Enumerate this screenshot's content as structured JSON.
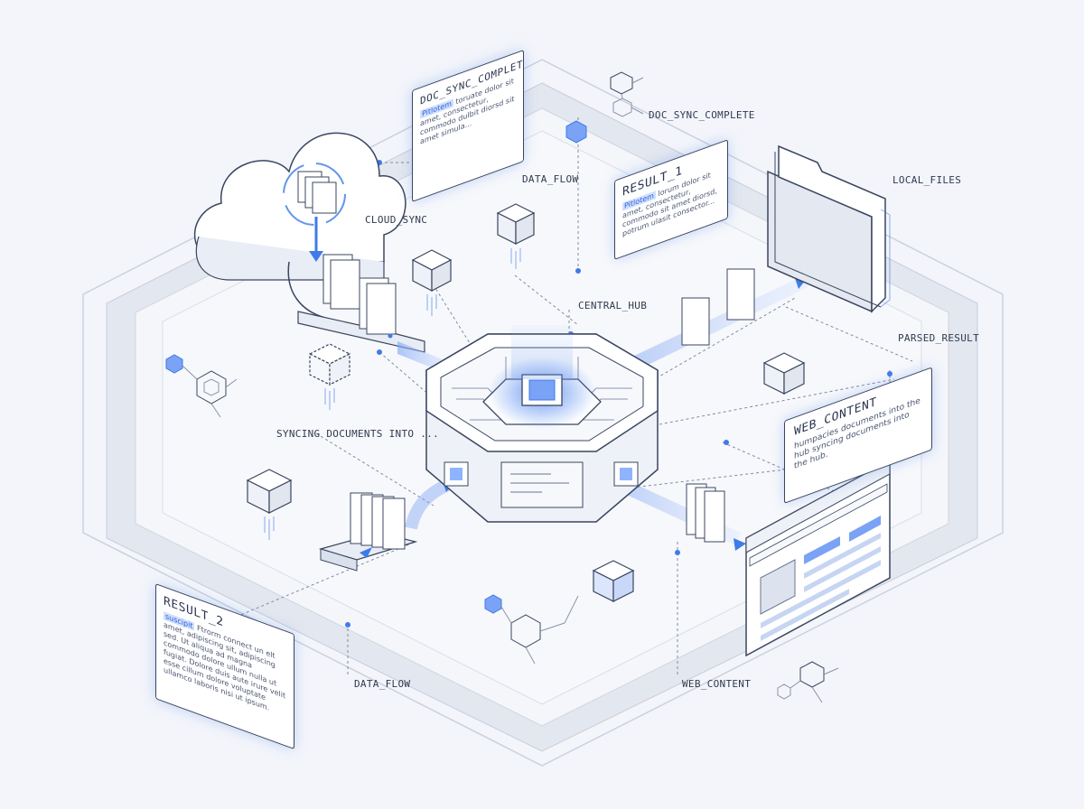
{
  "labels": {
    "doc_sync_top": "DOC_SYNC_COMPLETE",
    "data_flow_top": "DATA_FLOW",
    "cloud_sync": "CLOUD_SYNC",
    "central_hub": "CENTRAL_HUB",
    "local_files": "LOCAL_FILES",
    "parsed_result": "PARSED_RESULT",
    "syncing": "SYNCING DOCUMENTS INTO ...",
    "data_flow_bottom": "DATA_FLOW",
    "web_content_bottom": "WEB_CONTENT"
  },
  "cards": {
    "doc_sync": {
      "title": "DOC_SYNC_COMPLETE",
      "highlight": "Pitlotem",
      "text": "toruate dolor sit amet, consectetur, commodo dulbit diorsd sit amet simula..."
    },
    "result_1": {
      "title": "RESULT_1",
      "highlight": "Pitlotem",
      "text": "lorum dolor sit amet, consectetur, commodo sit amet diorsd, potrum ulasit consector..."
    },
    "web_content": {
      "title": "WEB_CONTENT",
      "text": "humpacies documents into the hub syncing documents into the hub."
    },
    "result_2": {
      "title": "RESULT_2",
      "highlight": "suscipit",
      "text": "Ftrorm connect un elt amet, adipiscing sit, adipiscing sed. Ut aliqua ad magna commodo dolore ullum nulla ut fugiat. Dolore duis aute irure velit esse cillum dolore voluptate ullamco laboris nisi ut ipsum."
    }
  },
  "colors": {
    "accent": "#3f7be8",
    "line": "#3a4660",
    "glow": "#8fb4ff",
    "background": "#f3f5fa"
  }
}
